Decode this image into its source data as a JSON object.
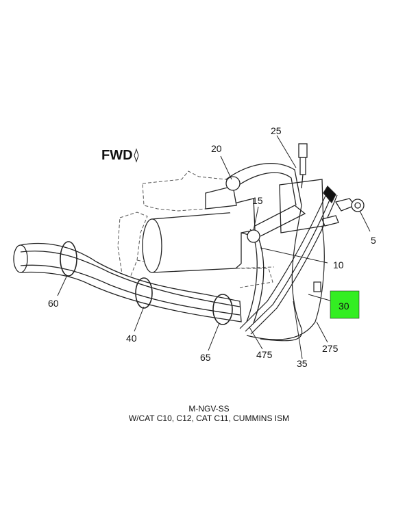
{
  "direction_label": "FWD",
  "callouts": [
    {
      "id": "c20",
      "label": "20"
    },
    {
      "id": "c25",
      "label": "25"
    },
    {
      "id": "c15",
      "label": "15"
    },
    {
      "id": "c5",
      "label": "5"
    },
    {
      "id": "c10",
      "label": "10"
    },
    {
      "id": "c60",
      "label": "60"
    },
    {
      "id": "c30",
      "label": "30"
    },
    {
      "id": "c40",
      "label": "40"
    },
    {
      "id": "c65",
      "label": "65"
    },
    {
      "id": "c475",
      "label": "475"
    },
    {
      "id": "c35",
      "label": "35"
    },
    {
      "id": "c275",
      "label": "275"
    }
  ],
  "highlight_color": "#33ee22",
  "caption": {
    "line1": "M-NGV-SS",
    "line2": "W/CAT C10, C12, CAT C11, CUMMINS ISM"
  }
}
